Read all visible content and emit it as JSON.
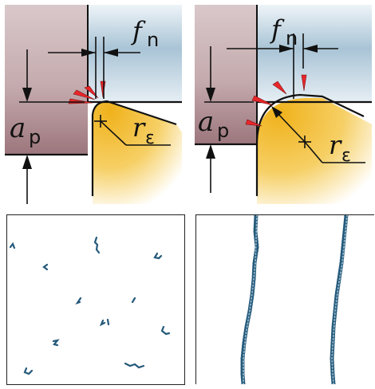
{
  "top_left": {
    "label_fn": "f",
    "label_fn_sub": "n",
    "label_ap": "a",
    "label_ap_sub": "p",
    "label_re": "r",
    "label_re_sub": "ε"
  },
  "top_right": {
    "label_fn": "f",
    "label_fn_sub": "n",
    "label_ap": "a",
    "label_ap_sub": "p",
    "label_re": "r",
    "label_re_sub": "ε"
  },
  "colors": {
    "workpiece": "#c7b1b4",
    "workpiece_dark": "#8e6b70",
    "tool_yellow": "#f1b928",
    "blue_light": "#dbe8f0",
    "blue_mid": "#9fbdd2",
    "arrow_red": "#e8262a",
    "speck": "#24597a"
  }
}
